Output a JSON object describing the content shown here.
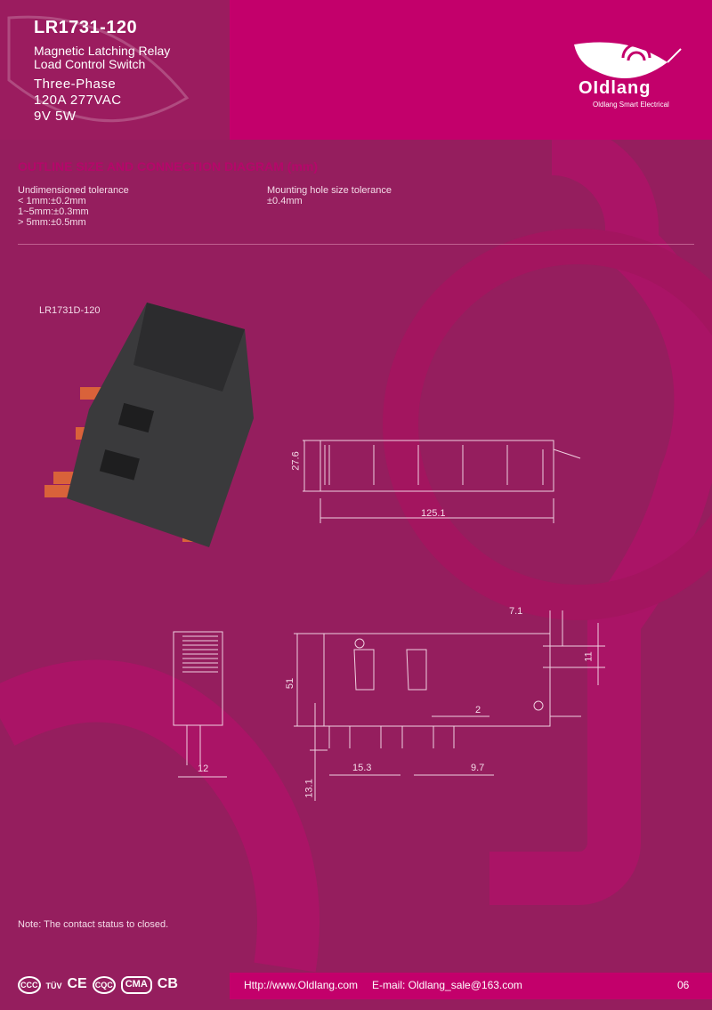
{
  "header": {
    "title": "LR1731-120",
    "subtitle_lines": [
      "Magnetic Latching Relay",
      "Load Control Switch"
    ],
    "spec_lines": [
      "Three-Phase",
      "120A  277VAC",
      "9V    5W"
    ]
  },
  "logo": {
    "brand": "OIdlang",
    "tagline": "Oldlang Smart Electrical"
  },
  "section": {
    "title": "OUTLINE SIZE AND CONNECTION DIAGRAM (mm)"
  },
  "tolerance": {
    "undim_label": "Undimensioned tolerance",
    "undim_lines": [
      " < 1mm:±0.2mm",
      "1~5mm:±0.3mm",
      " > 5mm:±0.5mm"
    ],
    "hole_label": "Mounting hole size tolerance",
    "hole_value": " ±0.4mm"
  },
  "product": {
    "model": "LR1731D-120"
  },
  "dimensions": {
    "height_top": "27.6",
    "length": "125.1",
    "d71": "7.1",
    "d11": "11",
    "d51": "51",
    "d2": "2",
    "d153": "15.3",
    "d97": "9.7",
    "d131": "13.1",
    "d12": "12"
  },
  "note": "Note: The contact status to closed.",
  "footer": {
    "certs": [
      "CCC",
      "TÜV",
      "CE",
      "CQC",
      "CMA",
      "CB"
    ],
    "website": "Http://www.Oldlang.com",
    "email": "E-mail: Oldlang_sale@163.com",
    "page": "06"
  },
  "colors": {
    "magenta": "#c3006b",
    "plum": "#951e5e"
  }
}
